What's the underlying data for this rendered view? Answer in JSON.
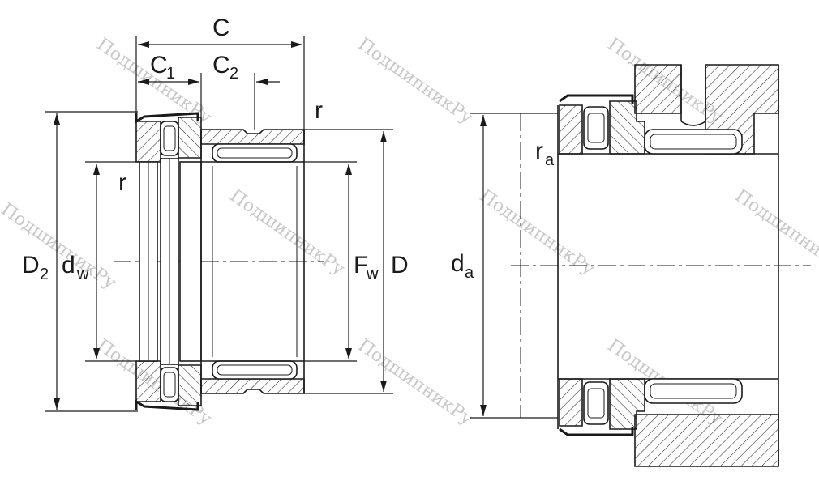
{
  "watermark": "ПодшипникРу",
  "labels": {
    "C": "C",
    "C1": "C",
    "C1_sub": "1",
    "C2": "C",
    "C2_sub": "2",
    "r_top": "r",
    "r_left": "r",
    "D2": "D",
    "D2_sub": "2",
    "dw": "d",
    "dw_sub": "w",
    "Fw": "F",
    "Fw_sub": "w",
    "D": "D",
    "da": "d",
    "da_sub": "a",
    "ra": "r",
    "ra_sub": "a"
  },
  "colors": {
    "line": "#1a1a1a",
    "section_fill": "#ffffff",
    "hatch": "#2a2a2a",
    "watermark": "#c8c8c8"
  }
}
